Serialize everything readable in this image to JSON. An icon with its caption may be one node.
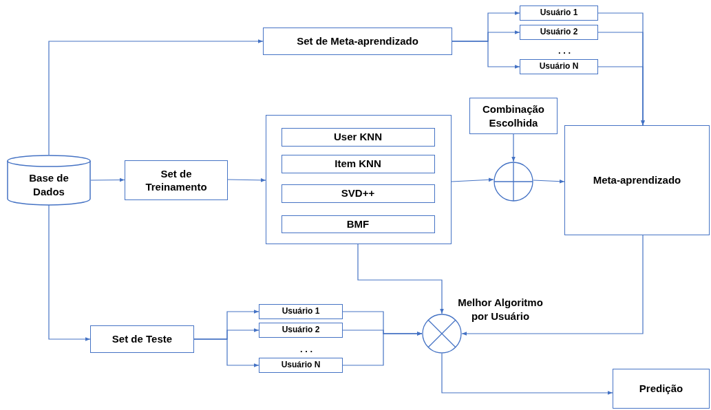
{
  "diagram": {
    "nodes": [
      {
        "text": [
          "Base de Dados"
        ]
      },
      {
        "text": [
          "Set de Meta-aprendizado"
        ]
      },
      {
        "text": [
          "Usuário 1"
        ]
      },
      {
        "text": [
          "Usuário 2"
        ]
      },
      {
        "text": [
          "Usuário N"
        ]
      },
      {
        "text": [
          "Set de Treinamento"
        ]
      },
      {
        "text": [],
        "shape": "box"
      },
      {
        "text": [
          "User KNN"
        ],
        "in": 6
      },
      {
        "text": [
          "Item KNN"
        ],
        "in": 6
      },
      {
        "text": [
          "SVD++"
        ],
        "in": 6
      },
      {
        "text": [
          "BMF"
        ],
        "in": 6
      },
      {
        "text": [
          "Combinação Escolhida"
        ]
      },
      {
        "text": [],
        "shape": "circle"
      },
      {
        "text": [
          "Meta-aprendizado"
        ]
      },
      {
        "text": [
          "Set de Teste"
        ]
      },
      {
        "text": [
          "Usuário 1"
        ]
      },
      {
        "text": [
          "Usuário 2"
        ]
      },
      {
        "text": [
          "Usuário N"
        ]
      },
      {
        "text": [],
        "shape": "circle",
        "beside": [
          "Melhor Algoritmo por Usuário"
        ]
      },
      {
        "text": [
          "Predição"
        ]
      }
    ],
    "edges": [
      {
        "from": 0,
        "to": 1,
        "arrow": "to"
      },
      {
        "from": 0,
        "to": 5,
        "arrow": "to"
      },
      {
        "from": 0,
        "to": 14,
        "arrow": "to"
      },
      {
        "from": 1,
        "to": 2,
        "arrow": "to"
      },
      {
        "from": 1,
        "to": 3,
        "arrow": "to"
      },
      {
        "from": 1,
        "to": 4,
        "arrow": "to"
      },
      {
        "from": 2,
        "to": 13,
        "arrow": "to"
      },
      {
        "from": 3,
        "to": 13,
        "arrow": "to"
      },
      {
        "from": 4,
        "to": 13,
        "arrow": "to"
      },
      {
        "from": 5,
        "to": 6,
        "arrow": "to"
      },
      {
        "from": 6,
        "to": 12,
        "arrow": "to"
      },
      {
        "from": 11,
        "to": 12,
        "arrow": "to"
      },
      {
        "from": 12,
        "to": 13,
        "arrow": "to"
      },
      {
        "from": 14,
        "to": 15,
        "arrow": "to"
      },
      {
        "from": 14,
        "to": 16,
        "arrow": "to"
      },
      {
        "from": 14,
        "to": 17,
        "arrow": "to"
      },
      {
        "from": 15,
        "to": 18,
        "arrow": "to"
      },
      {
        "from": 16,
        "to": 18,
        "arrow": "to"
      },
      {
        "from": 17,
        "to": 18,
        "arrow": "to"
      },
      {
        "from": 6,
        "to": 18,
        "arrow": "to"
      },
      {
        "from": 13,
        "to": 18,
        "arrow": "to"
      },
      {
        "from": 18,
        "to": 19,
        "arrow": "to"
      }
    ],
    "labels": [
      ". . .",
      ". . ."
    ]
  }
}
